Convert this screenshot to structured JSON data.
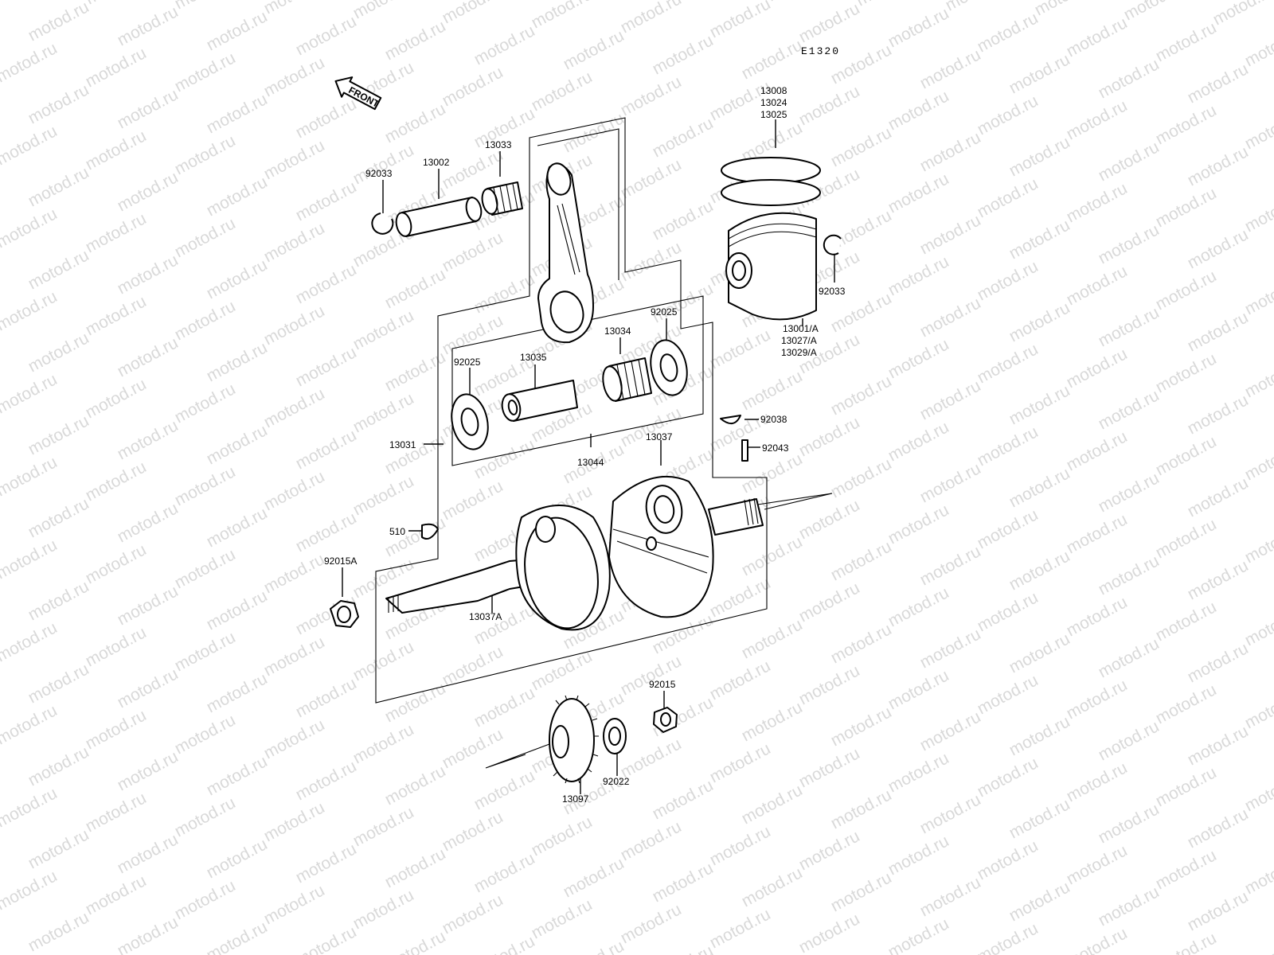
{
  "diagram": {
    "code": "E1320",
    "front_label": "FRONT",
    "watermark": "motod.ru",
    "labels": {
      "l92033_left": "92033",
      "l13002": "13002",
      "l13033": "13033",
      "l13008": "13008",
      "l13024": "13024",
      "l13025": "13025",
      "l92033_right": "92033",
      "l13001": "13001/A",
      "l13027": "13027/A",
      "l13029": "13029/A",
      "l92025_left": "92025",
      "l13035": "13035",
      "l13034": "13034",
      "l92025_right": "92025",
      "l13031": "13031",
      "l13044": "13044",
      "l13037": "13037",
      "l92038": "92038",
      "l92043": "92043",
      "l510": "510",
      "l92015A": "92015A",
      "l13037A": "13037A",
      "l92015": "92015",
      "l92022": "92022",
      "l13097": "13097"
    }
  }
}
